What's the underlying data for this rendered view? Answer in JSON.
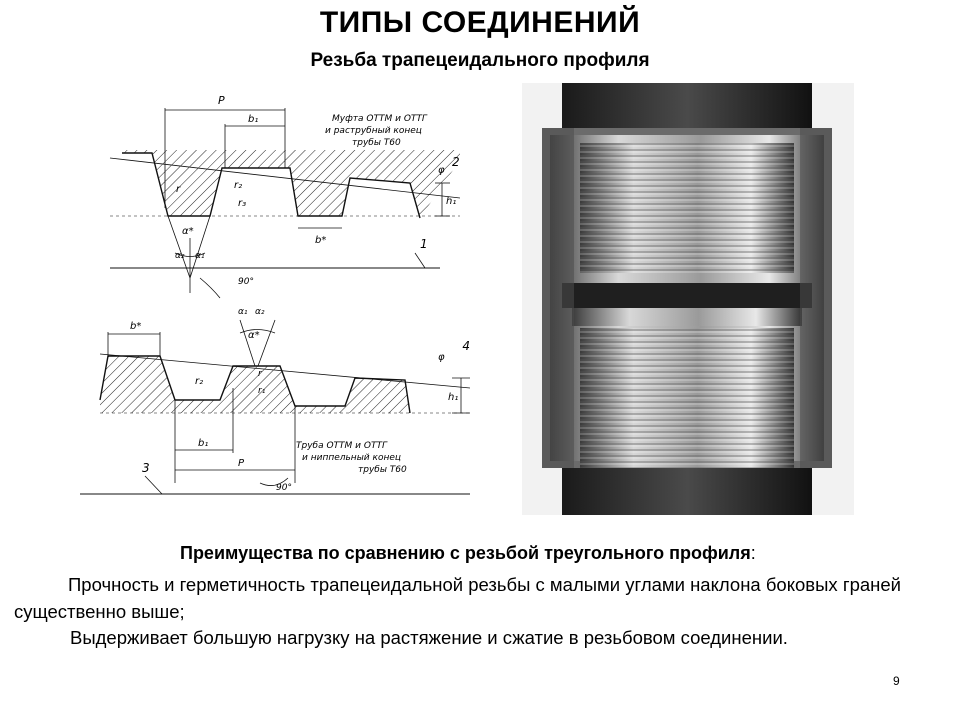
{
  "title": "ТИПЫ СОЕДИНЕНИЙ",
  "subtitle": "Резьба трапецеидального профиля",
  "drawing": {
    "top_note": [
      "Муфта ОТТМ и ОТТГ",
      "и раструбный конец",
      "трубы Т60"
    ],
    "bottom_note": [
      "Труба ОТТМ и ОТТГ",
      "и ниппельный конец",
      "трубы Т60"
    ],
    "labels": {
      "P": "P",
      "b1": "b₁",
      "phi": "φ",
      "two": "2",
      "r": "r",
      "r2": "r₂",
      "r3": "r₃",
      "h1": "h₁",
      "alpha": "α*",
      "bstar": "b*",
      "one": "1",
      "a2": "α₂",
      "a1": "α₁",
      "ninety": "90°",
      "four": "4",
      "three": "3",
      "r1": "r₁"
    }
  },
  "photo": {
    "description_icon": "threaded-coupling-photo"
  },
  "advantages": {
    "heading": "Преимущества по сравнению с резьбой треугольного профиля",
    "colon": ":",
    "line1": "Прочность и герметичность трапецеидальной резьбы с малыми углами наклона боковых граней существенно выше;",
    "line2": "Выдерживает большую нагрузку на растяжение и сжатие в резьбовом соединении."
  },
  "page_number": "9"
}
